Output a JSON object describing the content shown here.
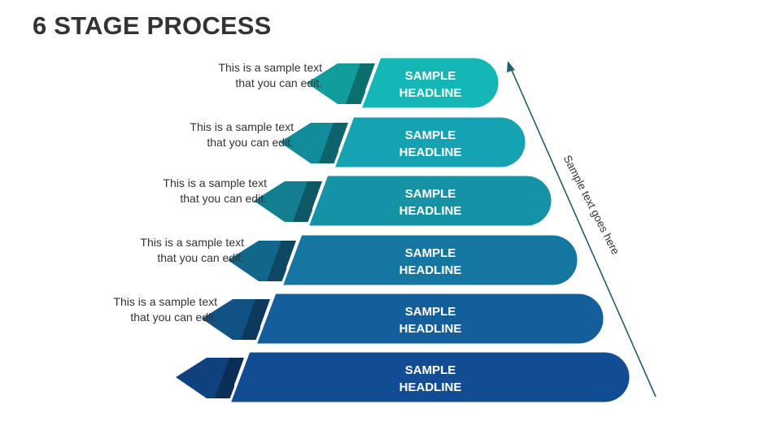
{
  "title": "6 STAGE PROCESS",
  "stages": [
    {
      "line1": "SAMPLE",
      "line2": "HEADLINE",
      "description": "This is a sample text that you can edit.",
      "color": "#14B7B5"
    },
    {
      "line1": "SAMPLE",
      "line2": "HEADLINE",
      "description": "This is a sample text that you can edit.",
      "color": "#15A3B3"
    },
    {
      "line1": "SAMPLE",
      "line2": "HEADLINE",
      "description": "This is a sample text that you can edit.",
      "color": "#1592A6"
    },
    {
      "line1": "SAMPLE",
      "line2": "HEADLINE",
      "description": "This is a sample text that you can edit.",
      "color": "#1577A1"
    },
    {
      "line1": "SAMPLE",
      "line2": "HEADLINE",
      "description": "This is a sample text that you can edit.",
      "color": "#145F9B"
    },
    {
      "line1": "SAMPLE",
      "line2": "HEADLINE",
      "description": "",
      "color": "#124C92"
    }
  ],
  "side_text": "Sample text goes here",
  "arrow_color": "#1F5F6E"
}
